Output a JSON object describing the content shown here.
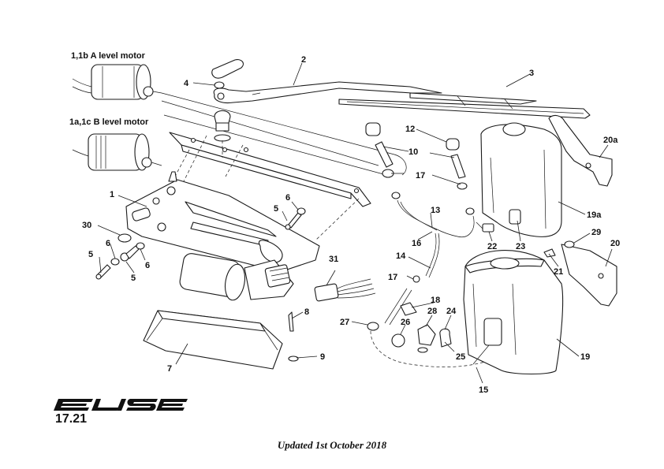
{
  "brand": {
    "logo_text": "ELISE"
  },
  "page": {
    "number": "17.21",
    "footer_note": "Updated 1st October 2018"
  },
  "motor_labels": {
    "a_level": "1,1b A level motor",
    "b_level": "1a,1c B level motor"
  },
  "callouts": {
    "c1": "1",
    "c2": "2",
    "c3": "3",
    "c4": "4",
    "c5a": "5",
    "c5b": "5",
    "c5c": "5",
    "c6a": "6",
    "c6b": "6",
    "c6c": "6",
    "c7": "7",
    "c8": "8",
    "c9": "9",
    "c10": "10",
    "c12": "12",
    "c13": "13",
    "c14": "14",
    "c15": "15",
    "c16": "16",
    "c17a": "17",
    "c17b": "17",
    "c18": "18",
    "c19": "19",
    "c19a": "19a",
    "c20": "20",
    "c20a": "20a",
    "c21": "21",
    "c22": "22",
    "c23": "23",
    "c24": "24",
    "c25": "25",
    "c26": "26",
    "c27": "27",
    "c28": "28",
    "c29": "29",
    "c30": "30",
    "c31": "31"
  }
}
